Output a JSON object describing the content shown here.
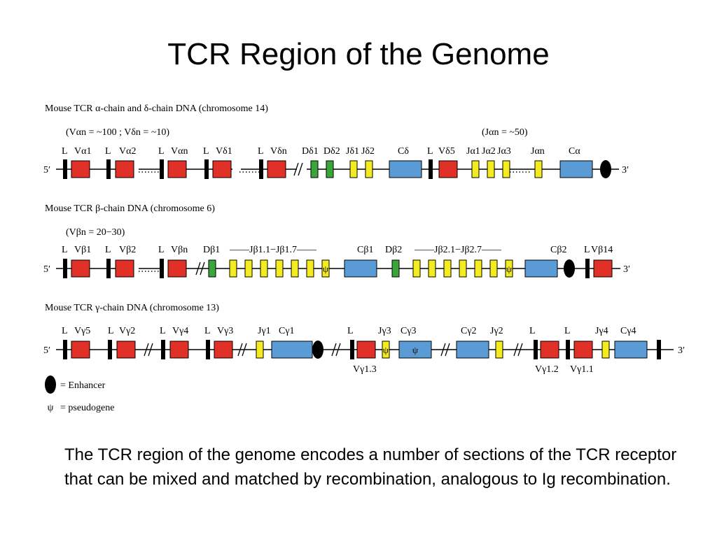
{
  "slide": {
    "title": "TCR Region of the Genome",
    "caption": "The TCR region of the genome encodes a number of sections of the TCR receptor that can be mixed and matched by recombination, analogous to Ig recombination."
  },
  "colors": {
    "v_segment": "#e03027",
    "d_segment": "#3aa63a",
    "j_segment": "#f5ec1f",
    "c_segment": "#5b9bd5",
    "leader_and_enhancer": "#000000",
    "line": "#000000"
  },
  "figure": {
    "tracks": [
      {
        "heading": "Mouse TCR α-chain and δ-chain DNA (chromosome 14)",
        "notes": [
          "(Vαn = ~100 ; Vδn = ~10)",
          "(Jαn = ~50)"
        ],
        "end_labels": [
          "5′",
          "3′"
        ],
        "labels": [
          "L",
          "Vα1",
          "L",
          "Vα2",
          "L",
          "Vαn",
          "L",
          "Vδ1",
          "L",
          "Vδn",
          "Dδ1",
          "Dδ2",
          "Jδ1",
          "Jδ2",
          "Cδ",
          "L",
          "Vδ5",
          "Jα1",
          "Jα2",
          "Jα3",
          "Jαn",
          "Cα"
        ]
      },
      {
        "heading": "Mouse TCR β-chain DNA (chromosome 6)",
        "notes": [
          "(Vβn = 20−30)"
        ],
        "end_labels": [
          "5′",
          "3′"
        ],
        "labels": [
          "L",
          "Vβ1",
          "L",
          "Vβ2",
          "L",
          "Vβn",
          "Dβ1",
          "——Jβ1.1−Jβ1.7——",
          "Cβ1",
          "Dβ2",
          "——Jβ2.1−Jβ2.7——",
          "Cβ2",
          "L",
          "Vβ14"
        ]
      },
      {
        "heading": "Mouse TCR γ-chain DNA (chromosome 13)",
        "notes": [],
        "end_labels": [
          "5′",
          "3′"
        ],
        "labels": [
          "L",
          "Vγ5",
          "L",
          "Vγ2",
          "L",
          "Vγ4",
          "L",
          "Vγ3",
          "Jγ1",
          "Cγ1",
          "L",
          "Jγ3",
          "Cγ3",
          "Cγ2",
          "Jγ2",
          "L",
          "L",
          "Jγ4",
          "Cγ4"
        ],
        "lower_labels": [
          "Vγ1.3",
          "Vγ1.2",
          "Vγ1.1"
        ]
      }
    ],
    "legend": [
      {
        "symbol": "enhancer",
        "text": "= Enhancer"
      },
      {
        "symbol": "ψ",
        "text": "= pseudogene"
      }
    ],
    "pseudogene_symbol": "ψ",
    "break_symbol": "//",
    "dots_symbol": "·····"
  }
}
